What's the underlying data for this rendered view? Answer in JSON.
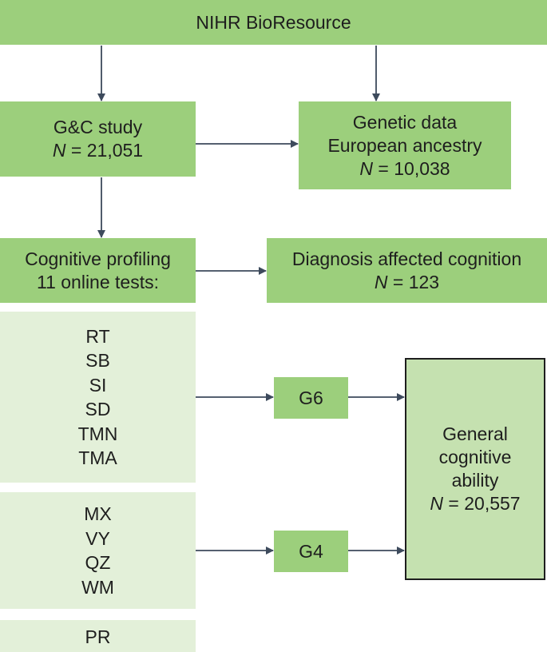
{
  "nodes": {
    "bioresource": {
      "label": "NIHR BioResource"
    },
    "gc_study": {
      "label": "G&C study",
      "n_symbol": "N",
      "n_value": " = 21,051"
    },
    "genetic": {
      "line1": "Genetic data",
      "line2": "European ancestry",
      "n_symbol": "N",
      "n_value": " = 10,038"
    },
    "profiling": {
      "line1": "Cognitive profiling",
      "line2": "11 online tests:"
    },
    "diagnosis": {
      "line1": "Diagnosis affected cognition",
      "n_symbol": "N",
      "n_value": " = 123"
    },
    "group1_tests": [
      "RT",
      "SB",
      "SI",
      "SD",
      "TMN",
      "TMA"
    ],
    "group2_tests": [
      "MX",
      "VY",
      "QZ",
      "WM"
    ],
    "group3_tests": [
      "PR"
    ],
    "g6": {
      "label": "G6"
    },
    "g4": {
      "label": "G4"
    },
    "general": {
      "line1": "General",
      "line2": "cognitive",
      "line3": "ability",
      "n_symbol": "N",
      "n_value": " = 20,557"
    }
  },
  "colors": {
    "dark_green": "#9ccf7c",
    "light_green": "#e3f0d9",
    "mid_green": "#c5e1b0",
    "arrow": "#3d4a5c"
  }
}
